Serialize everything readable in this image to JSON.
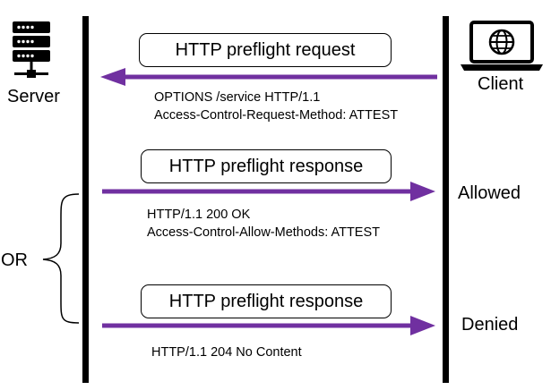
{
  "server": {
    "label": "Server",
    "icon": "server-rack-icon"
  },
  "client": {
    "label": "Client",
    "icon": "laptop-globe-icon"
  },
  "request": {
    "title": "HTTP preflight request",
    "lines": [
      "OPTIONS /service HTTP/1.1",
      "Access-Control-Request-Method: ATTEST"
    ]
  },
  "response_allowed": {
    "title": "HTTP preflight response",
    "lines": [
      "HTTP/1.1 200 OK",
      "Access-Control-Allow-Methods: ATTEST"
    ],
    "outcome": "Allowed"
  },
  "response_denied": {
    "title": "HTTP preflight response",
    "lines": [
      "HTTP/1.1 204 No Content"
    ],
    "outcome": "Denied"
  },
  "or_label": "OR",
  "colors": {
    "arrow": "#7030A0",
    "line": "#000000"
  }
}
